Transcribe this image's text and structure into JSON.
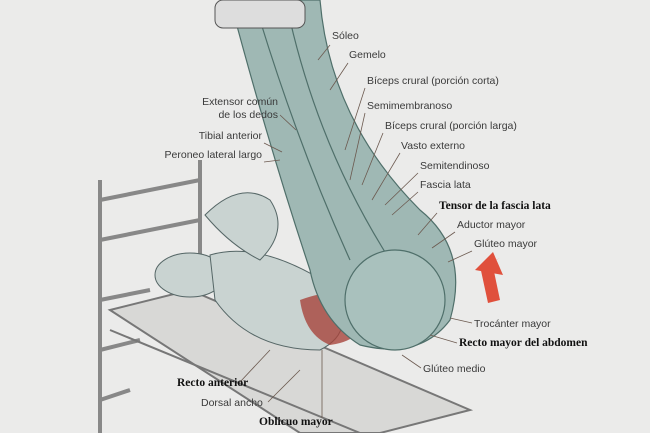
{
  "labels": {
    "soleo": "Sóleo",
    "gemelo": "Gemelo",
    "biceps_corta": "Bíceps crural (porción corta)",
    "extensor_1": "Extensor común",
    "extensor_2": "de los dedos",
    "semimembranoso": "Semimembranoso",
    "biceps_larga": "Bíceps crural (porción larga)",
    "tibial": "Tibial anterior",
    "vasto": "Vasto externo",
    "peroneo": "Peroneo lateral largo",
    "semitendinoso": "Semitendinoso",
    "fascia": "Fascia lata",
    "tensor": "Tensor de la fascia lata",
    "aductor": "Aductor mayor",
    "gluteo_mayor": "Glúteo mayor",
    "trocanter": "Trocánter mayor",
    "recto_abdomen": "Recto mayor del abdomen",
    "gluteo_medio": "Glúteo medio",
    "recto_anterior": "Recto anterior",
    "dorsal": "Dorsal ancho",
    "oblicuo": "Oblicuo mayor"
  },
  "colors": {
    "muscle": "#9fb8b4",
    "muscle_dark": "#4f6f6a",
    "highlight": "#a8453c",
    "arrow": "#e0503c"
  }
}
